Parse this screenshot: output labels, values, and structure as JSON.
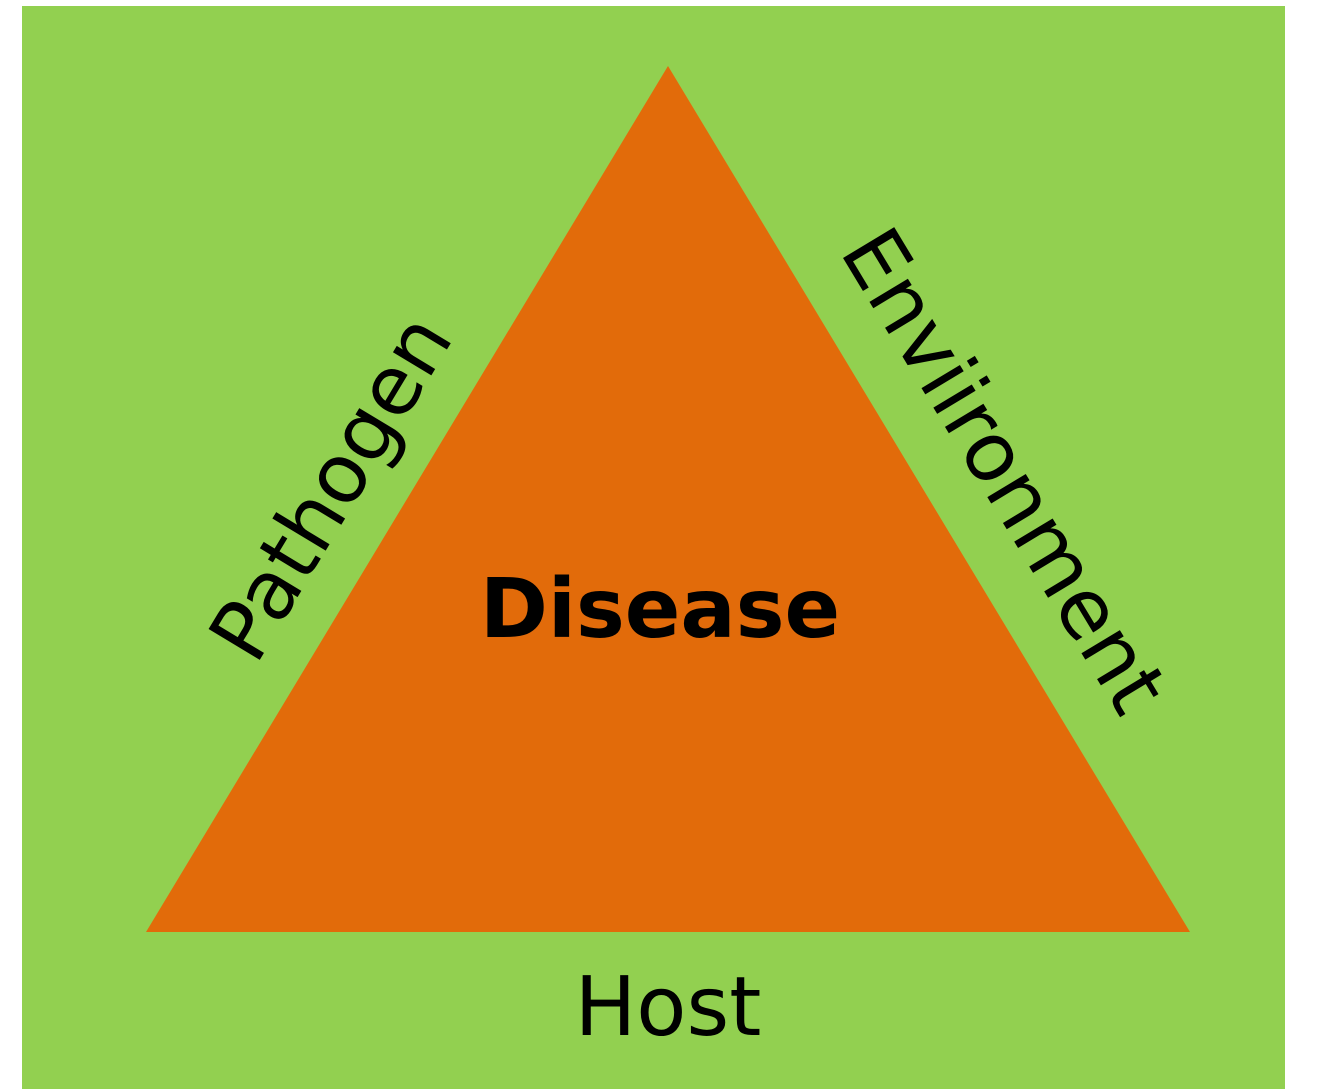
{
  "diagram": {
    "center_label": "Disease",
    "left_side_label": "Pathogen",
    "right_side_label": "Enviironment",
    "bottom_label": "Host",
    "colors": {
      "background": "#92d050",
      "triangle": "#e26b0a",
      "text": "#000000"
    }
  }
}
